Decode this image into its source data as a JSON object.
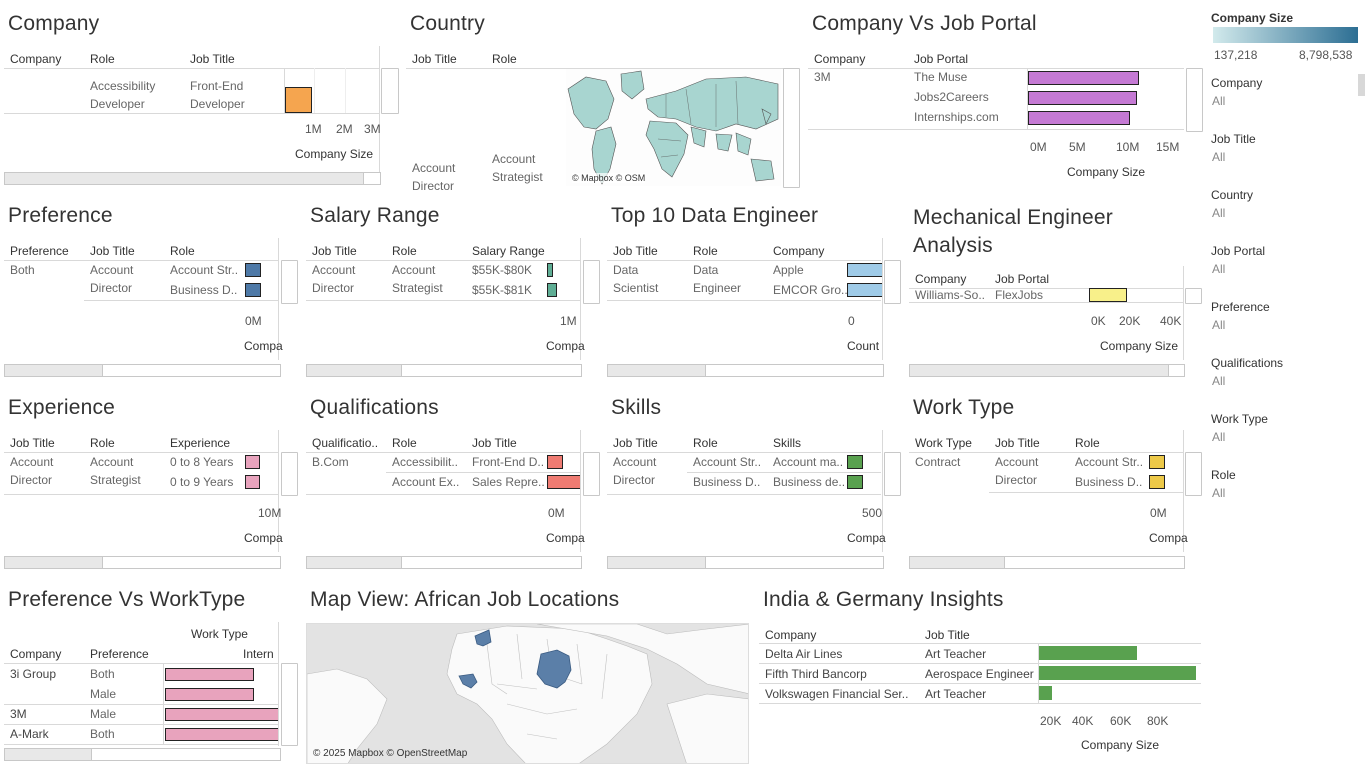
{
  "company": {
    "title": "Company",
    "headers": [
      "Company",
      "Role",
      "Job Title"
    ],
    "rows": [
      {
        "role": "Accessibility Developer",
        "job_title": "Front-End Developer"
      }
    ],
    "axis_ticks": [
      "1M",
      "2M",
      "3M"
    ],
    "axis_title": "Company Size",
    "bar_color": "#f5a54f"
  },
  "country": {
    "title": "Country",
    "headers": [
      "Job Title",
      "Role"
    ],
    "rows": [
      {
        "job_title": "Account Director",
        "role": "Account Strategist"
      }
    ],
    "map_attribution": "© Mapbox © OSM"
  },
  "portal": {
    "title": "Company Vs Job Portal",
    "headers": [
      "Company",
      "Job Portal"
    ],
    "company": "3M",
    "rows": [
      {
        "portal": "The Muse",
        "value": 13000000
      },
      {
        "portal": "Jobs2Careers",
        "value": 12800000
      },
      {
        "portal": "Internships.com",
        "value": 12000000
      }
    ],
    "axis_ticks": [
      "0M",
      "5M",
      "10M",
      "15M"
    ],
    "axis_title": "Company Size",
    "bar_color": "#c57ad4"
  },
  "filters": {
    "legend_title": "Company Size",
    "legend_min": "137,218",
    "legend_max": "8,798,538",
    "items": [
      {
        "label": "Company",
        "value": "All"
      },
      {
        "label": "Job Title",
        "value": "All"
      },
      {
        "label": "Country",
        "value": "All"
      },
      {
        "label": "Job Portal",
        "value": "All"
      },
      {
        "label": "Preference",
        "value": "All"
      },
      {
        "label": "Qualifications",
        "value": "All"
      },
      {
        "label": "Work Type",
        "value": "All"
      },
      {
        "label": "Role",
        "value": "All"
      }
    ]
  },
  "preference": {
    "title": "Preference",
    "headers": [
      "Preference",
      "Job Title",
      "Role"
    ],
    "pref": "Both",
    "job_title": "Account Director",
    "roles": [
      "Account Str..",
      "Business D.."
    ],
    "axis_ticks": [
      "0M"
    ],
    "axis_title": "Compa",
    "bar_color": "#4e79a7"
  },
  "salary": {
    "title": "Salary Range",
    "headers": [
      "Job Title",
      "Role",
      "Salary Range"
    ],
    "job_title": "Account Director",
    "role": "Account Strategist",
    "ranges": [
      "$55K-$80K",
      "$55K-$81K"
    ],
    "axis_ticks": [
      "1M"
    ],
    "axis_title": "Compa",
    "bar_color": "#5fae95"
  },
  "top10": {
    "title": "Top 10 Data Engineer",
    "headers": [
      "Job Title",
      "Role",
      "Company"
    ],
    "job_title": "Data Scientist",
    "role": "Data Engineer",
    "companies": [
      "Apple",
      "EMCOR Gro.."
    ],
    "axis_ticks": [
      "0"
    ],
    "axis_title": "Count",
    "bar_color": "#9fcbe8"
  },
  "mech": {
    "title": "Mechanical Engineer Analysis",
    "headers": [
      "Company",
      "Job Portal"
    ],
    "rows": [
      {
        "company": "Williams-So..",
        "portal": "FlexJobs"
      }
    ],
    "axis_ticks": [
      "0K",
      "20K",
      "40K"
    ],
    "axis_title": "Company Size",
    "bar_color": "#f8f08a"
  },
  "experience": {
    "title": "Experience",
    "headers": [
      "Job Title",
      "Role",
      "Experience"
    ],
    "job_title": "Account Director",
    "role": "Account Strategist",
    "values": [
      "0 to 8 Years",
      "0 to 9 Years"
    ],
    "axis_ticks": [
      "10M"
    ],
    "axis_title": "Compa",
    "bar_color": "#e8a3bd"
  },
  "qual": {
    "title": "Qualifications",
    "headers": [
      "Qualificatio..",
      "Role",
      "Job Title"
    ],
    "qual": "B.Com",
    "rows": [
      {
        "role": "Accessibilit..",
        "job_title": "Front-End D.."
      },
      {
        "role": "Account Ex..",
        "job_title": "Sales Repre.."
      }
    ],
    "axis_ticks": [
      "0M"
    ],
    "axis_title": "Compa",
    "bar_color": "#ef7b72"
  },
  "skills": {
    "title": "Skills",
    "headers": [
      "Job Title",
      "Role",
      "Skills"
    ],
    "job_title": "Account Director",
    "rows": [
      {
        "role": "Account Str..",
        "skill": "Account ma.."
      },
      {
        "role": "Business D..",
        "skill": "Business de.."
      }
    ],
    "axis_ticks": [
      "500"
    ],
    "axis_title": "Compa",
    "bar_color": "#59a14f"
  },
  "worktype": {
    "title": "Work Type",
    "headers": [
      "Work Type",
      "Job Title",
      "Role"
    ],
    "work_type": "Contract",
    "job_title": "Account Director",
    "roles": [
      "Account Str..",
      "Business D.."
    ],
    "axis_ticks": [
      "0M"
    ],
    "axis_title": "Compa",
    "bar_color": "#edc948"
  },
  "prefwork": {
    "title": "Preference Vs WorkType",
    "col_header": "Work Type",
    "col_value": "Intern",
    "headers": [
      "Company",
      "Preference"
    ],
    "rows": [
      {
        "company": "3i Group",
        "pref": "Both"
      },
      {
        "company": "",
        "pref": "Male"
      },
      {
        "company": "3M",
        "pref": "Male"
      },
      {
        "company": "A-Mark",
        "pref": "Both"
      }
    ],
    "bar_color": "#e8a3bd"
  },
  "africa": {
    "title": "Map View: African Job Locations",
    "attribution": "© 2025 Mapbox © OpenStreetMap",
    "highlight_color": "#5b7fa8"
  },
  "india": {
    "title": "India & Germany Insights",
    "headers": [
      "Company",
      "Job Title"
    ],
    "rows": [
      {
        "company": "Delta Air Lines",
        "job_title": "Art Teacher",
        "value": 50000
      },
      {
        "company": "Fifth Third Bancorp",
        "job_title": "Aerospace Engineer",
        "value": 83000
      },
      {
        "company": "Volkswagen Financial Ser..",
        "job_title": "Art Teacher",
        "value": 3000
      }
    ],
    "axis_ticks": [
      "20K",
      "40K",
      "60K",
      "80K"
    ],
    "axis_title": "Company Size",
    "bar_color": "#59a14f"
  }
}
